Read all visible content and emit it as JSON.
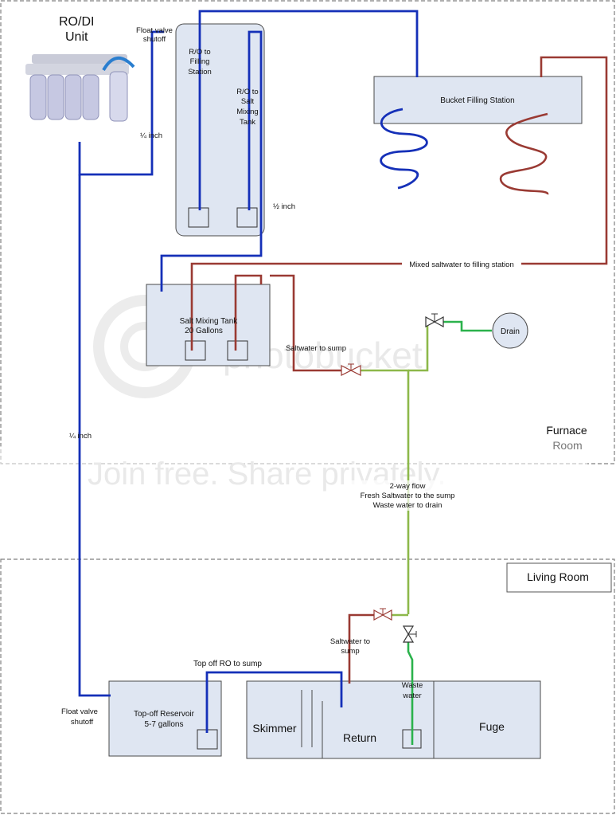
{
  "colors": {
    "ro_line": "#1530b8",
    "saltwater_line": "#9a3a33",
    "green_line": "#2bb24c",
    "waste_green": "#21a24b",
    "olive_line": "#8db84a",
    "tank_fill": "#dfe6f2",
    "tank_stroke": "#4a4a4a",
    "zone_border": "#7f7f7f"
  },
  "rodi": {
    "title_line1": "RO/DI",
    "title_line2": "Unit"
  },
  "labels": {
    "float_valve_top_1": "Float valve",
    "float_valve_top_2": "shutoff",
    "quarter_inch_top": "¼ inch",
    "half_inch": "½ inch",
    "quarter_inch_left": "¼ inch",
    "mixed_saltwater": "Mixed saltwater to filling station",
    "saltwater_to_sump": "Saltwater to sump",
    "drain": "Drain",
    "flow_1": "2-way flow",
    "flow_2": "Fresh Saltwater to the sump",
    "flow_3": "Waste water to drain",
    "saltwater_to_sump_lr_1": "Saltwater to",
    "saltwater_to_sump_lr_2": "sump",
    "topoff_ro": "Top off RO to sump",
    "waste_water_1": "Waste",
    "waste_water_2": "water",
    "float_valve_bottom_1": "Float valve",
    "float_valve_bottom_2": "shutoff"
  },
  "filling_station_tank": {
    "label_ro_fill": [
      "R/O to",
      "Filling",
      "Station"
    ],
    "label_ro_salt": [
      "R/O to",
      "Salt",
      "Mixing",
      "Tank"
    ]
  },
  "bucket_station": {
    "label": "Bucket Filling Station"
  },
  "salt_mixing_tank": {
    "line1": "Salt Mixing Tank",
    "line2": "20 Gallons"
  },
  "furnace_room": {
    "line1": "Furnace",
    "line2": "Room"
  },
  "living_room": {
    "label": "Living Room"
  },
  "topoff_reservoir": {
    "line1": "Top-off Reservoir",
    "line2": "5-7 gallons"
  },
  "sump": {
    "skimmer": "Skimmer",
    "return": "Return",
    "fuge": "Fuge"
  },
  "watermark": {
    "text1": "photobucket",
    "text2": "Join free. Share privately."
  }
}
